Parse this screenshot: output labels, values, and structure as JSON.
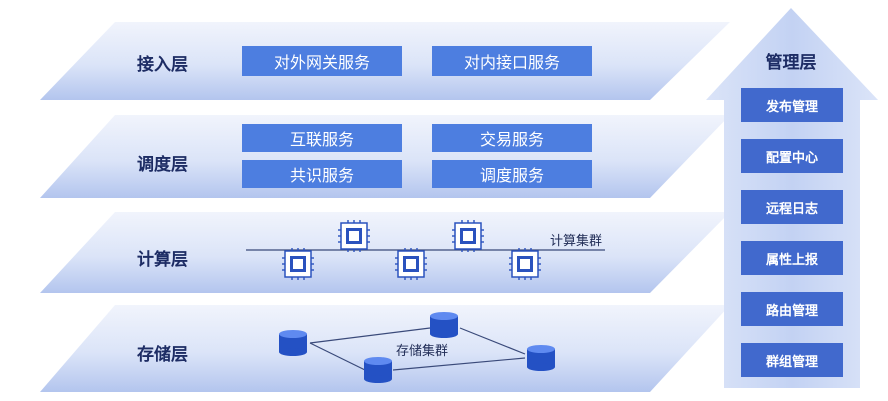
{
  "layers": [
    {
      "title": "接入层",
      "services": [
        "对外网关服务",
        "对内接口服务"
      ]
    },
    {
      "title": "调度层",
      "services": [
        "互联服务",
        "交易服务",
        "共识服务",
        "调度服务"
      ]
    },
    {
      "title": "计算层",
      "cluster_label": "计算集群"
    },
    {
      "title": "存储层",
      "cluster_label": "存储集群"
    }
  ],
  "management": {
    "title": "管理层",
    "items": [
      "发布管理",
      "配置中心",
      "远程日志",
      "属性上报",
      "路由管理",
      "群组管理"
    ]
  },
  "colors": {
    "layer_light": "#eef2fc",
    "layer_dark": "#b9c9ef",
    "service_box": "#4d7ee0",
    "mgmt_box": "#4169cd",
    "arrow_light": "#c9d6f4",
    "title_text": "#1d2c64"
  },
  "icons": {
    "chip": "chip-icon",
    "database": "database-icon"
  }
}
